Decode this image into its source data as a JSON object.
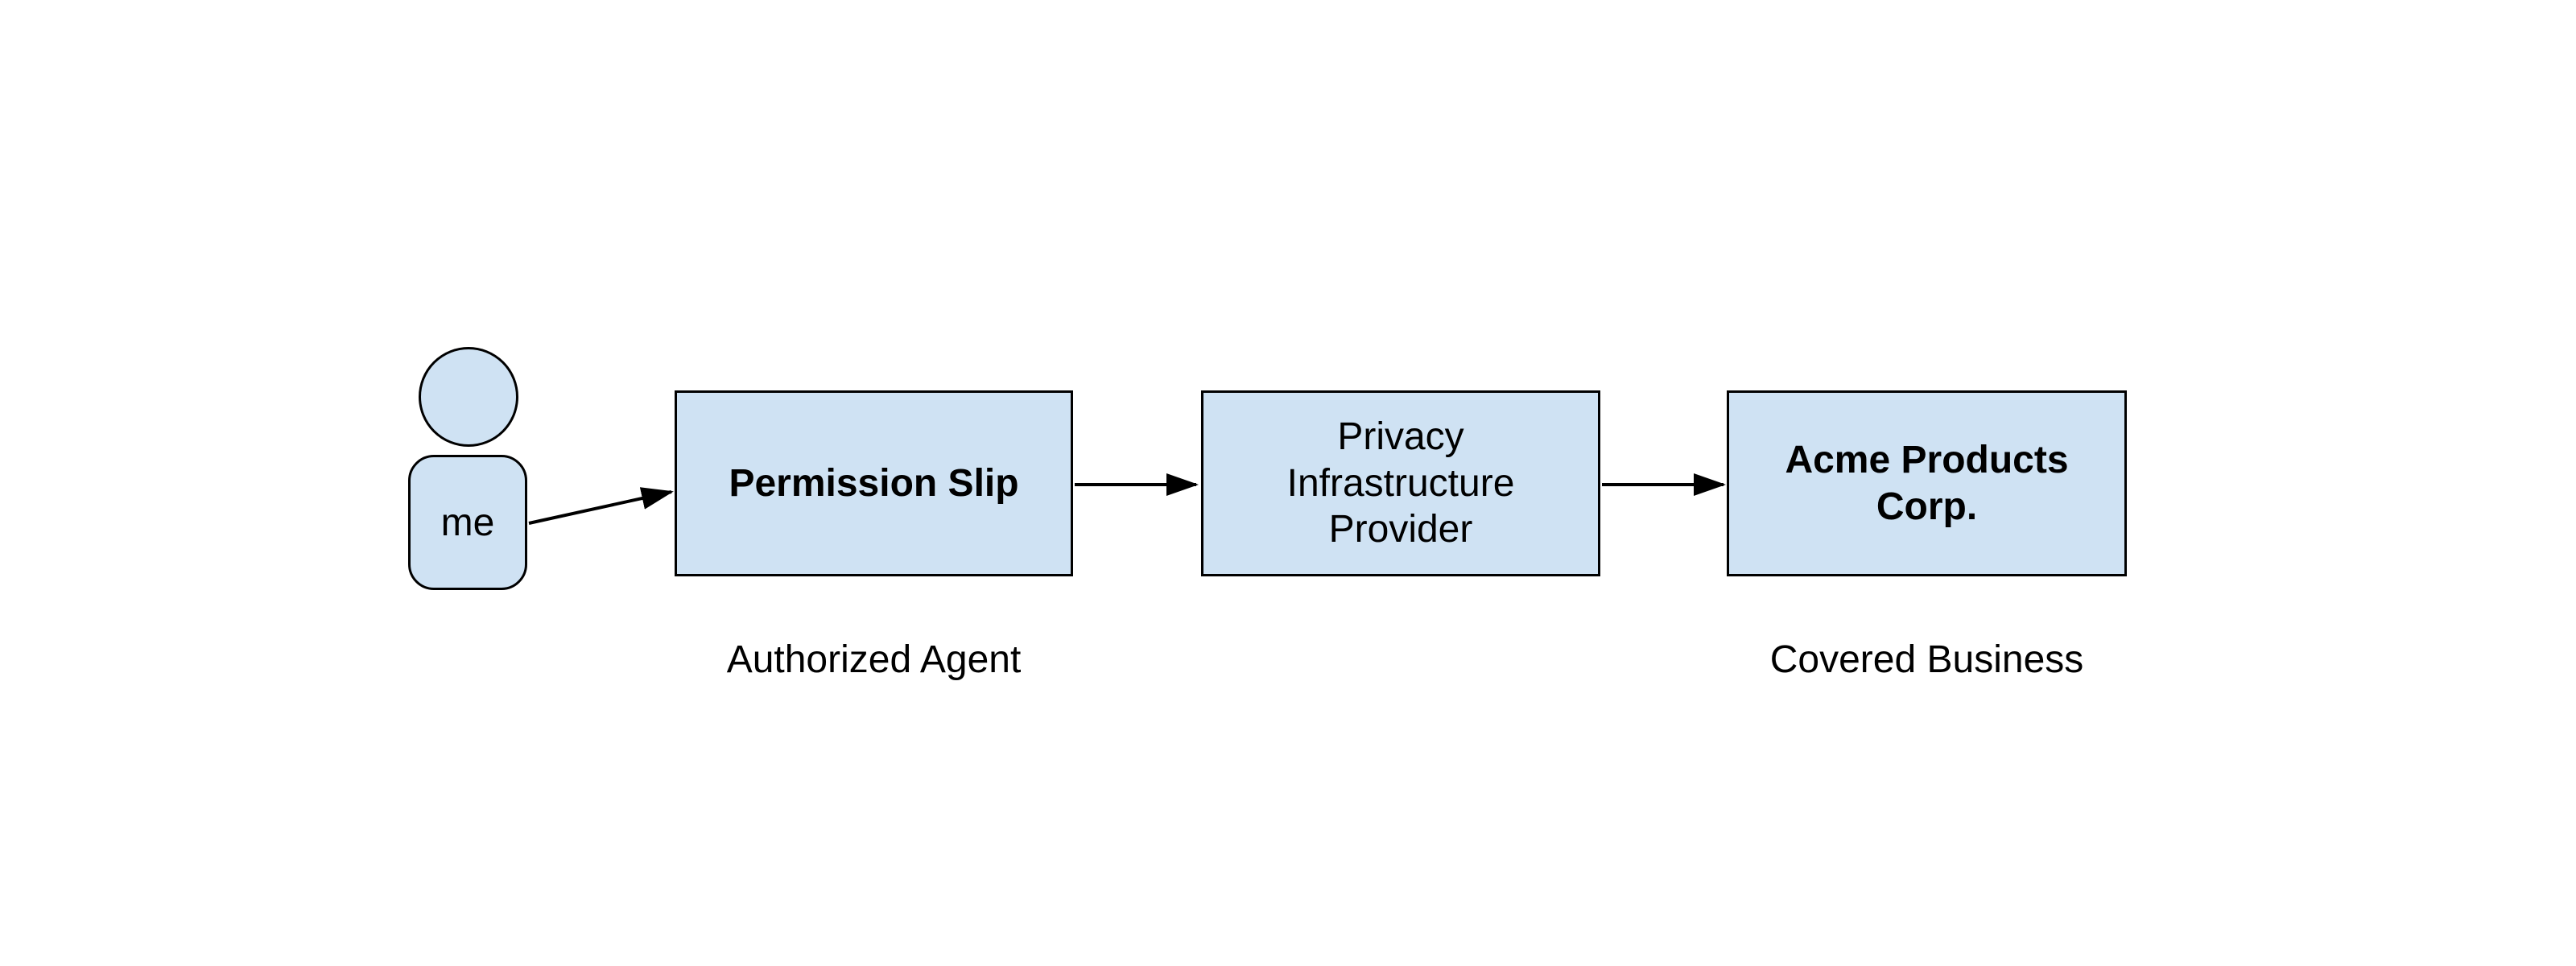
{
  "palette": {
    "background": "#ffffff",
    "node_fill": "#cfe2f3",
    "node_border": "#000000",
    "arrow_color": "#000000",
    "text_color": "#000000"
  },
  "person": {
    "label": "me"
  },
  "nodes": [
    {
      "id": "permission-slip",
      "label": "Permission Slip",
      "lines": [
        "Permission Slip"
      ],
      "emphasis": "bold",
      "caption": "Authorized Agent"
    },
    {
      "id": "privacy-infrastructure-provider",
      "label": "Privacy Infrastructure Provider",
      "lines": [
        "Privacy",
        "Infrastructure",
        "Provider"
      ],
      "emphasis": "regular",
      "caption": null
    },
    {
      "id": "acme-products-corp",
      "label": "Acme Products Corp.",
      "lines": [
        "Acme Products",
        "Corp."
      ],
      "emphasis": "bold",
      "caption": "Covered Business"
    }
  ],
  "flow": {
    "direction": "left-to-right",
    "sequence": [
      "me",
      "Permission Slip",
      "Privacy Infrastructure Provider",
      "Acme Products Corp."
    ]
  }
}
